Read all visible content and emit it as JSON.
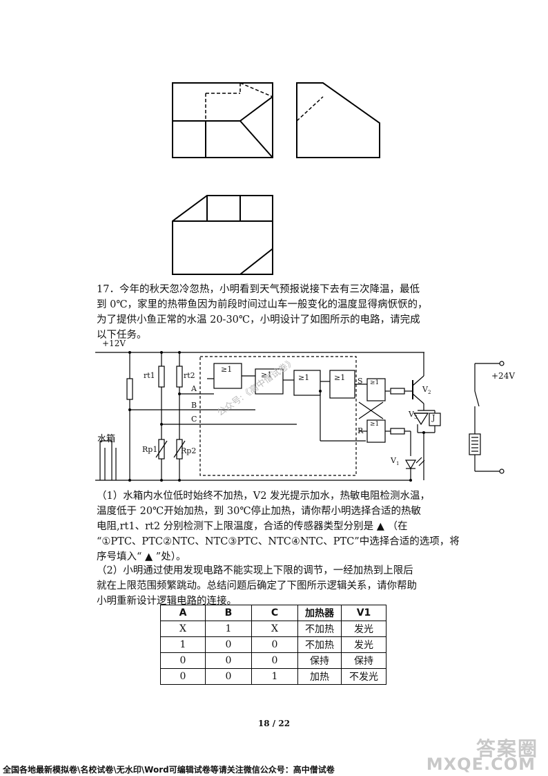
{
  "question17": {
    "lines": [
      "17．今年的秋天忽冷忽热，小明看到天气预报说接下去有三次降温，最低",
      "到 0℃，家里的热带鱼因为前段时间过山车一般变化的温度显得病恹恹的，",
      "为了提供小鱼正常的水温 20-30℃，小明设计了如图所示的电路，请完成",
      "以下任务。"
    ]
  },
  "circuit": {
    "supply": "+12V",
    "rt1": "rt1",
    "rt2": "rt2",
    "node_a": "A",
    "node_b": "B",
    "node_c": "C",
    "gate": "≥1",
    "s": "S",
    "r": "R",
    "v2": "V",
    "v2_sub": "2",
    "v3": "V",
    "v3_sub": "3",
    "relay": "J",
    "v1": "V",
    "v1_sub": "1",
    "tank": "水箱",
    "rp1": "Rp1",
    "rp2": "Rp2",
    "supply24": "+24V"
  },
  "part1": {
    "lines": [
      "（1）水箱内水位低时始终不加热，V2 发光提示加水，热敏电阻检测水温，",
      "温度低于 20℃开始加热，到 30℃停止加热，请你帮小明选择合适的热敏",
      "电阻,rt1、rt2 分别检测下上限温度，合适的传感器类型分别是 ▲ （在",
      "“①PTC、PTC②NTC、NTC③PTC、NTC④NTC、PTC”中选择合适的选项，将",
      "序号填入“ ▲ ”处）。"
    ]
  },
  "part2": {
    "lines": [
      "（2）小明通过使用发现电路不能实现上下限的调节，一经加热到上限后",
      "就在上限范围频繁跳动。总结问题后确定了下图所示逻辑关系，请你帮助",
      "小明重新设计逻辑电路的连接。"
    ]
  },
  "truth_table": {
    "headers": [
      "A",
      "B",
      "C",
      "加热器",
      "V1"
    ],
    "rows": [
      [
        "X",
        "1",
        "X",
        "不加热",
        "发光"
      ],
      [
        "1",
        "0",
        "0",
        "不加热",
        "发光"
      ],
      [
        "0",
        "0",
        "0",
        "保持",
        "保持"
      ],
      [
        "0",
        "0",
        "1",
        "加热",
        "不发光"
      ]
    ]
  },
  "page_number": "18 / 22",
  "footer": "全国各地最新模拟卷\\名校试卷\\无水印\\Word可编辑试卷等请关注微信公众号：高中僧试卷",
  "watermarks": {
    "diag1": "公众号:《高中僧试卷》",
    "logo": "答案圈",
    "url": "MXQE.COM"
  }
}
